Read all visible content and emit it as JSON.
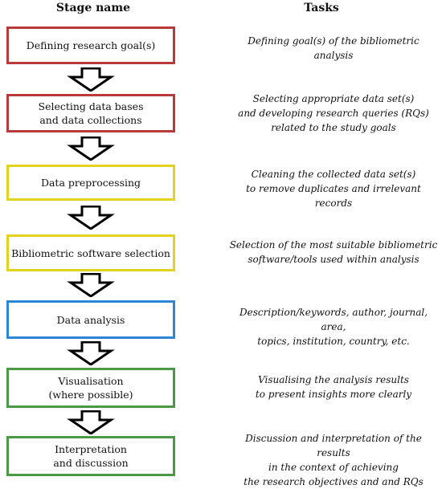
{
  "headers": {
    "stage": "Stage name",
    "tasks": "Tasks"
  },
  "stages": [
    {
      "label": "Defining research goal(s)",
      "color": "#b83a3a",
      "task": "Defining goal(s) of the bibliometric analysis"
    },
    {
      "label": "Selecting data bases\nand data collections",
      "color": "#b83a3a",
      "task": "Selecting appropriate data set(s)\nand developing research queries (RQs)\nrelated to the study goals"
    },
    {
      "label": "Data preprocessing",
      "color": "#e3d21e",
      "task": "Cleaning the collected data set(s)\nto remove duplicates and irrelevant records"
    },
    {
      "label": "Bibliometric software selection",
      "color": "#e3d21e",
      "task": "Selection of the most suitable bibliometric\nsoftware/tools used within analysis"
    },
    {
      "label": "Data analysis",
      "color": "#2e86d6",
      "task": "Description/keywords, author, journal, area,\ntopics, institution, country, etc."
    },
    {
      "label": "Visualisation\n(where possible)",
      "color": "#4a9a45",
      "task": "Visualising the analysis results\nto present insights more clearly"
    },
    {
      "label": "Interpretation\nand discussion",
      "color": "#4a9a45",
      "task": "Discussion and interpretation of the results\nin the context of achieving\nthe research objectives and and RQs"
    }
  ]
}
